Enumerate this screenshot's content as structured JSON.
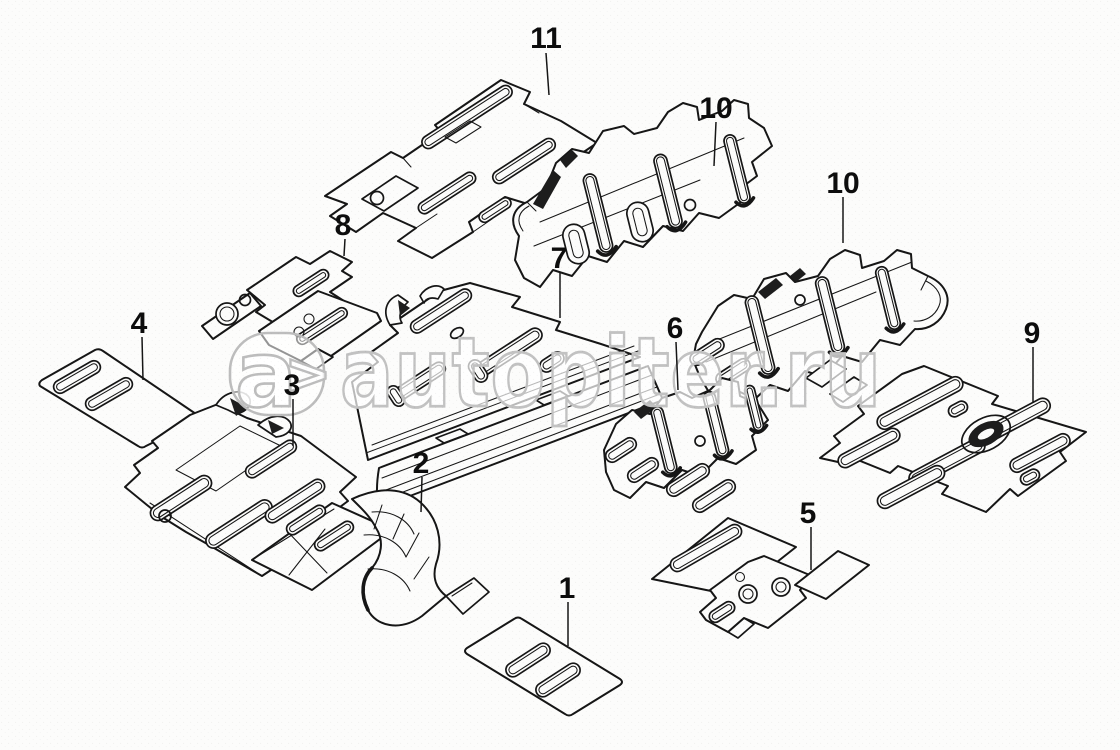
{
  "diagram": {
    "type": "exploded-parts-line-drawing",
    "background_color": "#fcfcfb",
    "line_color": "#161616",
    "callouts": [
      {
        "label": "11"
      },
      {
        "label": "10"
      },
      {
        "label": "10"
      },
      {
        "label": "8"
      },
      {
        "label": "7"
      },
      {
        "label": "6"
      },
      {
        "label": "4"
      },
      {
        "label": "3"
      },
      {
        "label": "9"
      },
      {
        "label": "2"
      },
      {
        "label": "5"
      },
      {
        "label": "1"
      }
    ],
    "watermark": {
      "logo_letter": "a",
      "logo_chevron": ">",
      "site_text": "autopiter.ru",
      "color": "#bdbdbd"
    }
  }
}
